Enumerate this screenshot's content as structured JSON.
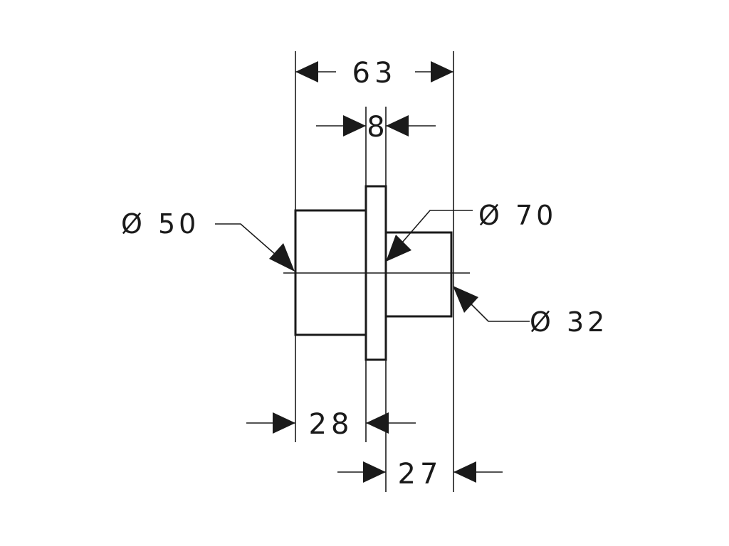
{
  "drawing": {
    "dimensions": {
      "overall_length": "63",
      "flange_thickness": "8",
      "left_body_length": "28",
      "right_body_length": "27"
    },
    "diameters": {
      "left_body": "Ø 50",
      "flange": "Ø 70",
      "right_body": "Ø 32"
    }
  }
}
